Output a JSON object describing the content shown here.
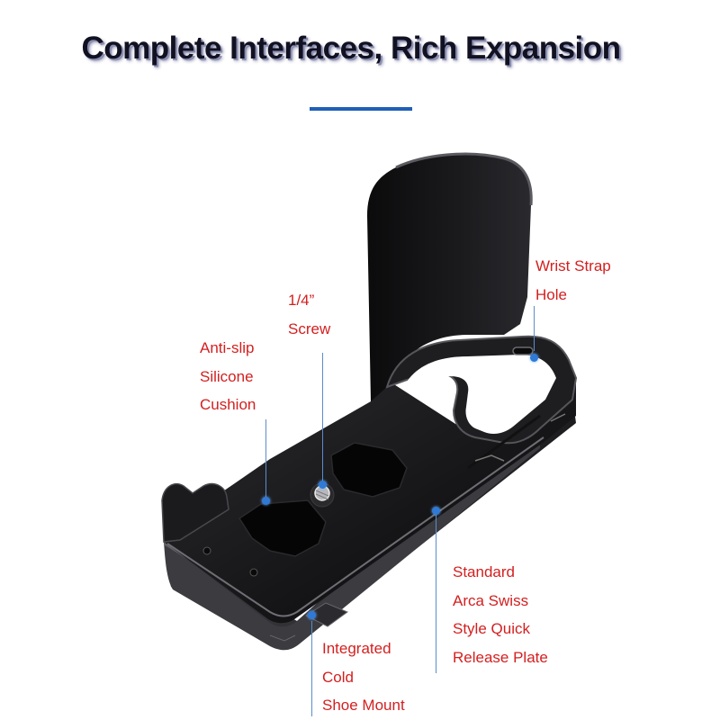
{
  "headline": "Complete Interfaces, Rich Expansion",
  "colors": {
    "accent_bar": "#1f5fb8",
    "label_text": "#d41f1f",
    "callout_dot": "#2f7ad6",
    "product_body": "#1c1c1e"
  },
  "product": {
    "icon": "camera-l-bracket-grip-image"
  },
  "callouts": {
    "screw": {
      "lines": [
        "1/4”",
        "Screw"
      ]
    },
    "anti_slip": {
      "lines": [
        "Anti-slip",
        "Silicone",
        "Cushion"
      ]
    },
    "wrist_strap": {
      "lines": [
        "Wrist Strap",
        "Hole"
      ]
    },
    "arca_swiss": {
      "lines": [
        "Standard",
        "Arca Swiss",
        "Style Quick",
        "Release Plate"
      ]
    },
    "shoe_mount": {
      "lines": [
        "Integrated",
        "Cold",
        "Shoe Mount"
      ]
    }
  }
}
